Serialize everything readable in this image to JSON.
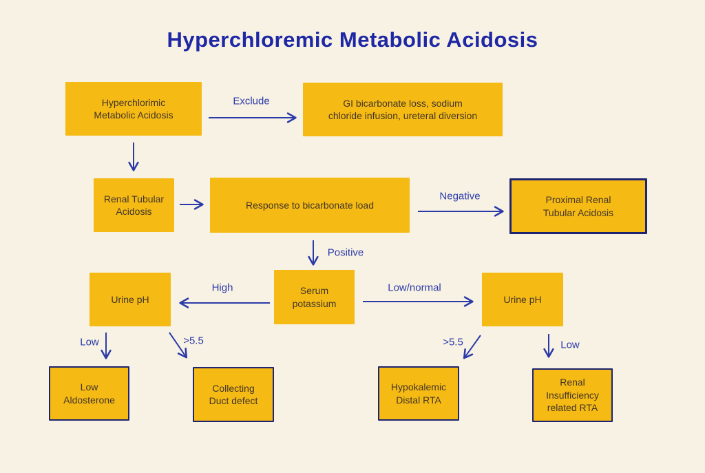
{
  "title": "Hyperchloremic Metabolic Acidosis",
  "colors": {
    "background": "#f7f2e4",
    "box_fill": "#f6ba15",
    "box_text": "#413527",
    "title_blue": "#1e27a4",
    "arrow_blue": "#2c3aa8",
    "border_navy": "#1e2470"
  },
  "nodes": [
    {
      "id": "hyperchlorimic-start",
      "label": "Hyperchlorimic\nMetabolic Acidosis"
    },
    {
      "id": "exclusion-causes",
      "label": "GI bicarbonate loss, sodium\nchloride infusion, ureteral diversion"
    },
    {
      "id": "renal-tubular-acidosis",
      "label": "Renal Tubular\nAcidosis"
    },
    {
      "id": "bicarbonate-response",
      "label": "Response to bicarbonate load"
    },
    {
      "id": "proximal-rta",
      "label": "Proximal Renal\nTubular Acidosis"
    },
    {
      "id": "urine-ph-left",
      "label": "Urine pH"
    },
    {
      "id": "serum-potassium",
      "label": "Serum\npotassium"
    },
    {
      "id": "urine-ph-right",
      "label": "Urine pH"
    },
    {
      "id": "low-aldosterone",
      "label": "Low\nAldosterone"
    },
    {
      "id": "collecting-duct-defect",
      "label": "Collecting\nDuct defect"
    },
    {
      "id": "hypokalemic-distal-rta",
      "label": "Hypokalemic\nDistal RTA"
    },
    {
      "id": "renal-insufficiency-rta",
      "label": "Renal\nInsufficiency\nrelated RTA"
    }
  ],
  "edge_labels": [
    {
      "id": "exclude",
      "text": "Exclude"
    },
    {
      "id": "negative",
      "text": "Negative"
    },
    {
      "id": "positive",
      "text": "Positive"
    },
    {
      "id": "high",
      "text": "High"
    },
    {
      "id": "low-normal",
      "text": "Low/normal"
    },
    {
      "id": "low-left",
      "text": "Low"
    },
    {
      "id": "gt5.5-left",
      "text": ">5.5"
    },
    {
      "id": "gt5.5-right",
      "text": ">5.5"
    },
    {
      "id": "low-right",
      "text": "Low"
    }
  ]
}
